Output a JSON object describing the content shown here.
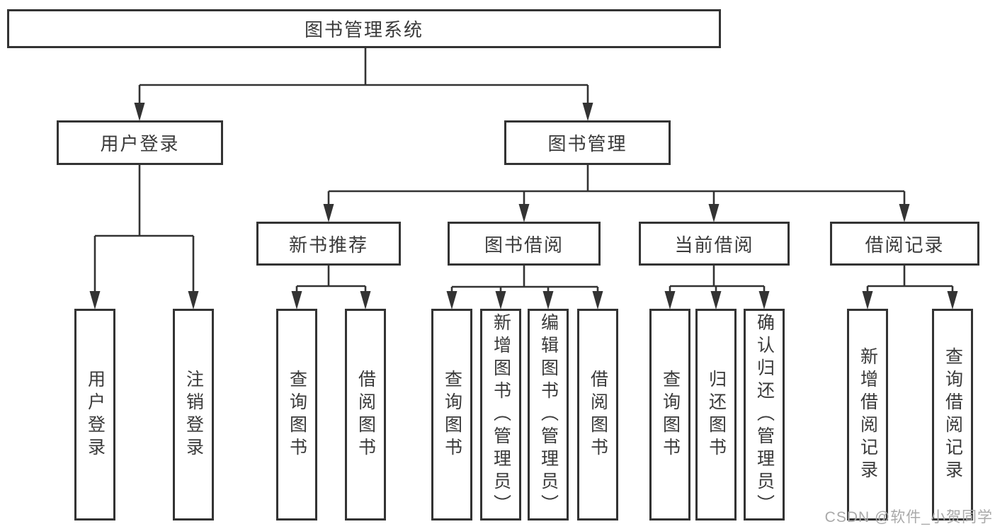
{
  "tree": {
    "label": "图书管理系统",
    "children": [
      {
        "label": "用户登录",
        "children": [
          {
            "label": "用户登录"
          },
          {
            "label": "注销登录"
          }
        ]
      },
      {
        "label": "图书管理",
        "children": [
          {
            "label": "新书推荐",
            "children": [
              {
                "label": "查询图书"
              },
              {
                "label": "借阅图书"
              }
            ]
          },
          {
            "label": "图书借阅",
            "children": [
              {
                "label": "查询图书"
              },
              {
                "label": "新增图书（管理员）"
              },
              {
                "label": "编辑图书（管理员）"
              },
              {
                "label": "借阅图书"
              }
            ]
          },
          {
            "label": "当前借阅",
            "children": [
              {
                "label": "查询图书"
              },
              {
                "label": "归还图书"
              },
              {
                "label": "确认归还（管理员）"
              }
            ]
          },
          {
            "label": "借阅记录",
            "children": [
              {
                "label": "新增借阅记录"
              },
              {
                "label": "查询借阅记录"
              }
            ]
          }
        ]
      }
    ]
  },
  "watermark": {
    "text": "CSDN @软件_小贺同学"
  },
  "colors": {
    "line": "#333333",
    "box_border": "#333333",
    "box_fill": "#ffffff",
    "text": "#3a3a3a",
    "watermark_text": "#a9a9a9",
    "background": "#ffffff"
  }
}
